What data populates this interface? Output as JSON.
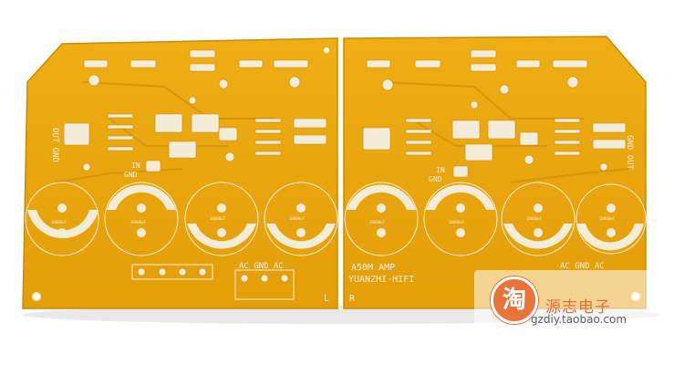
{
  "silkscreen": {
    "left_out_label": "OUT GND",
    "right_out_label": "GND OUT",
    "left_in_label": "IN",
    "left_gnd_label": "GND",
    "right_in_label": "IN",
    "right_gnd_label": "GND",
    "ac_gnd_ac_left": "AC GND AC",
    "ac_gnd_ac_right": "AC GND AC",
    "model_label": "A50M AMP",
    "maker_label": "YUANZHI-HIFI",
    "channel_left": "L",
    "channel_right": "R",
    "cap_value": "10000uF"
  },
  "watermark": {
    "logo_char": "淘",
    "brand": "源志电子",
    "url": "gzdiy.taobao.com"
  },
  "colors": {
    "board": "#e8a50c",
    "board_edge": "#c98a06",
    "pad": "#f3ecd8",
    "silk": "#f4efe0",
    "background": "#ffffff"
  }
}
